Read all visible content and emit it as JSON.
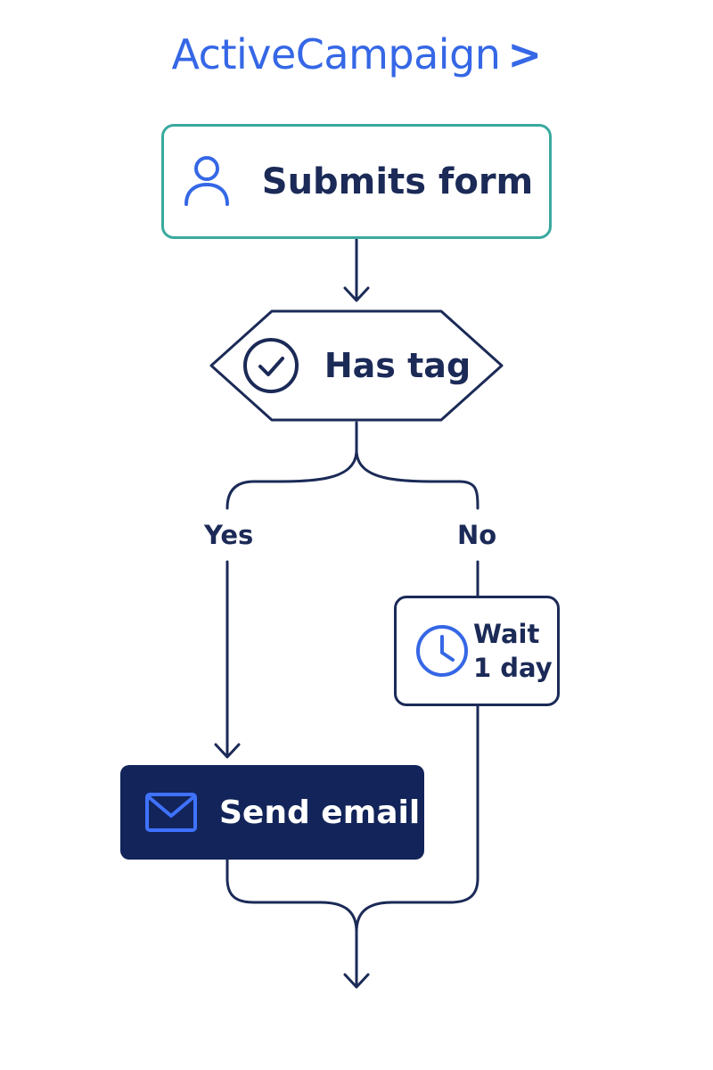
{
  "brand": {
    "name": "ActiveCampaign",
    "mark": ">",
    "color": "#3567e6"
  },
  "workflow": {
    "trigger": {
      "label": "Submits form",
      "icon": "user-icon",
      "border_color": "#39a99f"
    },
    "condition": {
      "label": "Has tag",
      "icon": "check-circle-icon"
    },
    "branches": {
      "yes": "Yes",
      "no": "No"
    },
    "wait": {
      "line1": "Wait",
      "line2": "1 day",
      "icon": "clock-icon"
    },
    "send_email": {
      "label": "Send email",
      "icon": "envelope-icon",
      "background": "#12245a"
    }
  },
  "colors": {
    "connector": "#1b2a57",
    "icon_blue": "#3567e6",
    "text_dark": "#1b2a57"
  }
}
